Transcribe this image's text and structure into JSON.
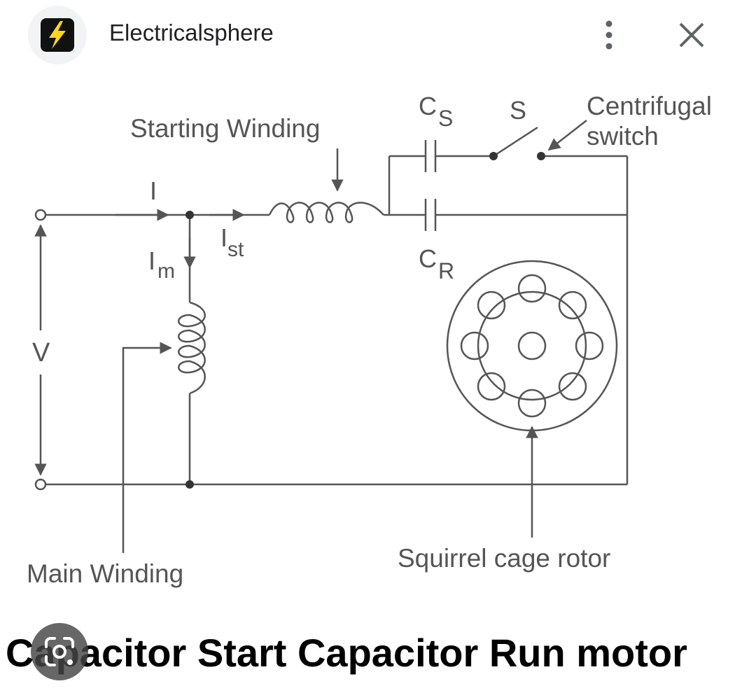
{
  "header": {
    "site_name": "Electricalsphere",
    "favicon_icon": "lightning-bolt-icon",
    "menu_icon": "more-vert-icon",
    "close_icon": "close-icon"
  },
  "diagram": {
    "labels": {
      "starting_winding": "Starting Winding",
      "centrifugal_line1": "Centrifugal",
      "centrifugal_line2": "switch",
      "cs_main": "C",
      "cs_sub": "S",
      "cr_main": "C",
      "cr_sub": "R",
      "switch_s": "S",
      "current_i": "I",
      "ist_main": "I",
      "ist_sub": "st",
      "im_main": "I",
      "im_sub": "m",
      "voltage_v": "V",
      "main_winding": "Main Winding",
      "squirrel_cage_rotor": "Squirrel cage rotor"
    }
  },
  "caption": {
    "title": "Capacitor Start Capacitor Run motor"
  },
  "overlay": {
    "lens_icon": "google-lens-icon"
  },
  "colors": {
    "favicon_bg": "#f1f3f4",
    "bolt_yellow": "#f9d71c",
    "line": "#555555"
  }
}
